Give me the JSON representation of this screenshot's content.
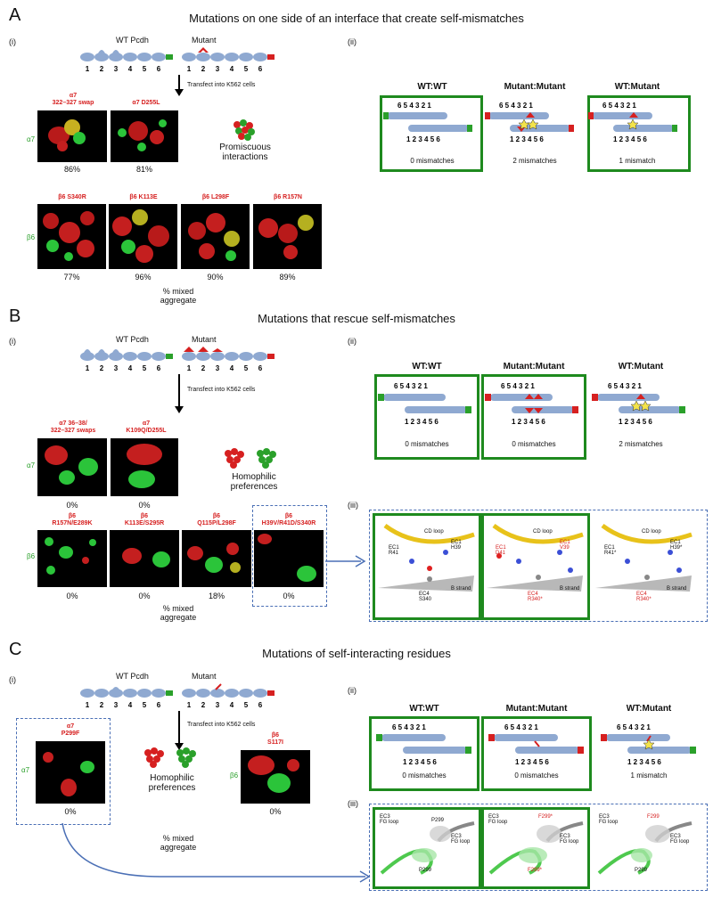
{
  "panel_A": {
    "letter": "A",
    "title": "Mutations on one side of an interface that create self-mismatches",
    "i_label": "(i)",
    "ii_label": "(ii)",
    "wt_label": "WT Pcdh",
    "mut_label": "Mutant",
    "ec_numbers": [
      "1",
      "2",
      "3",
      "4",
      "5",
      "6"
    ],
    "transfect": "Transfect into K562 cells",
    "a7_row_label": "α7",
    "b6_row_label": "β6",
    "a7_images": [
      {
        "label": "α7\n322–327 swap",
        "pct": "86%"
      },
      {
        "label": "α7 D255L",
        "pct": "81%"
      }
    ],
    "legend_text": "Promiscuous\ninteractions",
    "b6_images": [
      {
        "label": "β6 S340R",
        "pct": "77%"
      },
      {
        "label": "β6 K113E",
        "pct": "96%"
      },
      {
        "label": "β6 L298F",
        "pct": "90%"
      },
      {
        "label": "β6 R157N",
        "pct": "89%"
      }
    ],
    "mixed_caption": "% mixed\naggregate",
    "schemes": [
      {
        "title": "WT:WT",
        "caption": "0 mismatches"
      },
      {
        "title": "Mutant:Mutant",
        "caption": "2 mismatches"
      },
      {
        "title": "WT:Mutant",
        "caption": "1 mismatch"
      }
    ],
    "top_numbers": "6 5 4 3 2 1",
    "bottom_numbers": "1 2 3 4 5 6"
  },
  "panel_B": {
    "letter": "B",
    "title": "Mutations that rescue self-mismatches",
    "i_label": "(i)",
    "ii_label": "(ii)",
    "iii_label": "(iii)",
    "wt_label": "WT Pcdh",
    "mut_label": "Mutant",
    "transfect": "Transfect into K562 cells",
    "a7_row_label": "α7",
    "b6_row_label": "β6",
    "a7_images": [
      {
        "label": "α7 36–38/\n322–327 swaps",
        "pct": "0%"
      },
      {
        "label": "α7\nK109Q/D255L",
        "pct": "0%"
      }
    ],
    "legend_text": "Homophilic\npreferences",
    "b6_images": [
      {
        "label": "β6\nR157N/E289K",
        "pct": "0%"
      },
      {
        "label": "β6\nK113E/S295R",
        "pct": "0%"
      },
      {
        "label": "β6\nQ115P/L298F",
        "pct": "18%"
      },
      {
        "label": "β6\nH39V/R41D/S340R",
        "pct": "0%"
      }
    ],
    "mixed_caption": "% mixed\naggregate",
    "schemes": [
      {
        "title": "WT:WT",
        "caption": "0 mismatches"
      },
      {
        "title": "Mutant:Mutant",
        "caption": "0 mismatches"
      },
      {
        "title": "WT:Mutant",
        "caption": "2 mismatches"
      }
    ],
    "structures": [
      {
        "cd": "CD loop",
        "ec1a": "EC1\nR41",
        "ec1b": "EC1\nH39",
        "ec4": "EC4\nS340",
        "strand": "B strand"
      },
      {
        "cd": "CD loop",
        "ec1a": "EC1\nD41",
        "ec1b": "EC1\nV39",
        "ec4": "EC4\nR340*",
        "strand": "B strand"
      },
      {
        "cd": "CD loop",
        "ec1a": "EC1\nR41*",
        "ec1b": "EC1\nH39*",
        "ec4": "EC4\nR340*",
        "strand": "B strand"
      }
    ]
  },
  "panel_C": {
    "letter": "C",
    "title": "Mutations of self-interacting residues",
    "i_label": "(i)",
    "ii_label": "(ii)",
    "iii_label": "(iii)",
    "wt_label": "WT Pcdh",
    "mut_label": "Mutant",
    "transfect": "Transfect into K562 cells",
    "a7_row_label": "α7",
    "b6_row_label": "β6",
    "a7_image": {
      "label": "α7\nP299F",
      "pct": "0%"
    },
    "b6_image": {
      "label": "β6\nS117I",
      "pct": "0%"
    },
    "legend_text": "Homophilic\npreferences",
    "mixed_caption": "% mixed\naggregate",
    "schemes": [
      {
        "title": "WT:WT",
        "caption": "0 mismatches"
      },
      {
        "title": "Mutant:Mutant",
        "caption": "0 mismatches"
      },
      {
        "title": "WT:Mutant",
        "caption": "1 mismatch"
      }
    ],
    "structures": [
      {
        "ec3a": "EC3\nFG loop",
        "p_top": "P299",
        "ec3b": "EC3\nFG loop",
        "p_bot": "P299"
      },
      {
        "ec3a": "EC3\nFG loop",
        "p_top": "F299*",
        "ec3b": "EC3\nFG loop",
        "p_bot": "F299*"
      },
      {
        "ec3a": "EC3\nFG loop",
        "p_top": "F299",
        "ec3b": "EC3\nFG loop",
        "p_bot": "P299"
      }
    ]
  },
  "colors": {
    "domain_blue": "#8fa9d1",
    "mutant_red": "#d62020",
    "wt_green": "#2aa02a",
    "box_green": "#1e8a1e",
    "dash_blue": "#4a6fb5"
  }
}
